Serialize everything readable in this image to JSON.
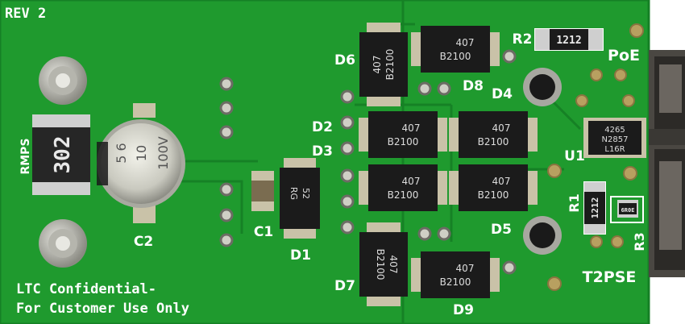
{
  "colors": {
    "pcb": "#1f9a2e",
    "pcb_dark": "#157a22",
    "silk": "#ffffff",
    "pad": "#c9c2a8",
    "chip": "#1b1b1b"
  },
  "board": {
    "rev_label": "REV 2",
    "confidential_line1": "LTC Confidential-",
    "confidential_line2": "For Customer Use Only"
  },
  "labels": {
    "rmps": "RMPS",
    "c2": "C2",
    "c1": "C1",
    "d1": "D1",
    "d2": "D2",
    "d3": "D3",
    "d4": "D4",
    "d5": "D5",
    "d6": "D6",
    "d7": "D7",
    "d8": "D8",
    "d9": "D9",
    "r1": "R1",
    "r2": "R2",
    "r3": "R3",
    "u1": "U1",
    "poe": "PoE",
    "t2pse": "T2PSE"
  },
  "markings": {
    "rmps_value": "302",
    "cap_line1": "5 6",
    "cap_line2": "10",
    "cap_line3": "100V",
    "r2_value": "1212",
    "r1_value": "1212",
    "r3_value": "6R0E",
    "diode_code": "407",
    "diode_part": "B2100",
    "d1_code": "52",
    "d1_part": "RG",
    "u1_line1": "4265",
    "u1_line2": "N2857",
    "u1_line3": "L16R"
  }
}
